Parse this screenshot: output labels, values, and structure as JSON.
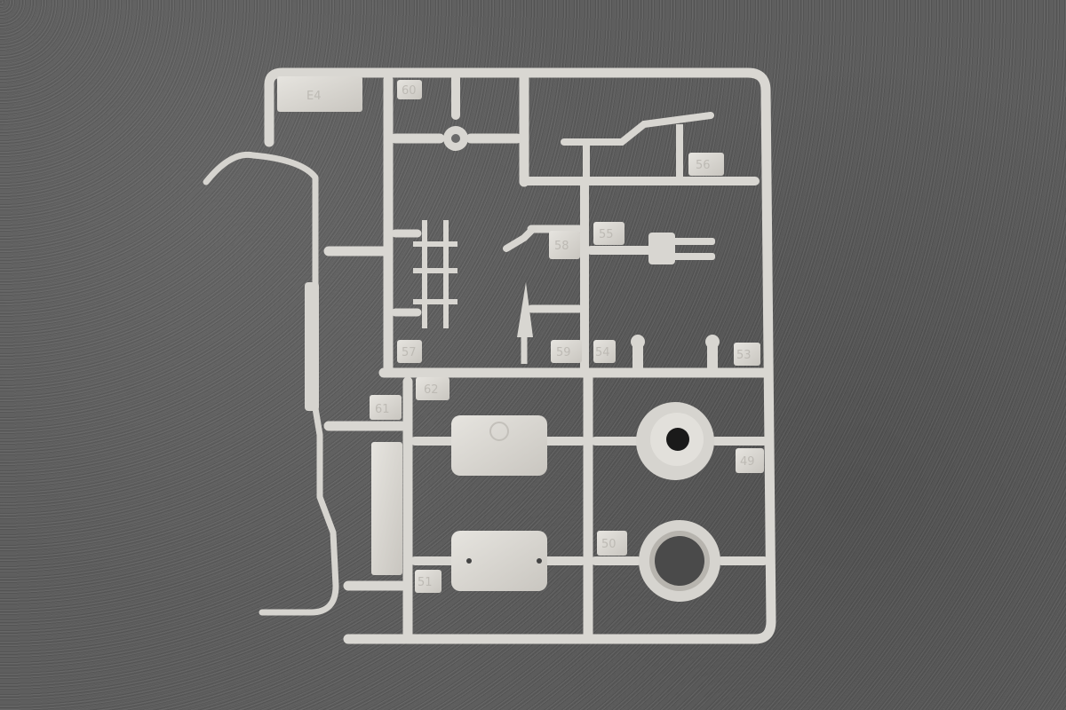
{
  "scene": {
    "description": "Plastic model kit sprue (light grey) photographed on dark grey felt background",
    "background_color": "#5e5e5e",
    "plastic_color": "#dcdad5"
  },
  "sprue": {
    "tag_label": "E4",
    "part_numbers": [
      "60",
      "56",
      "55",
      "58",
      "59",
      "57",
      "54",
      "53",
      "62",
      "61",
      "51",
      "49",
      "50"
    ],
    "parts": [
      {
        "id": "60",
        "name": "cross-fitting"
      },
      {
        "id": "56",
        "name": "bent rod"
      },
      {
        "id": "58",
        "name": "lever"
      },
      {
        "id": "55",
        "name": "clamp bracket"
      },
      {
        "id": "57",
        "name": "ladder step"
      },
      {
        "id": "59",
        "name": "spike"
      },
      {
        "id": "54",
        "name": "small knob"
      },
      {
        "id": "53",
        "name": "small knob"
      },
      {
        "id": "62",
        "name": "tank with cap"
      },
      {
        "id": "61",
        "name": "side plate"
      },
      {
        "id": "51",
        "name": "tank"
      },
      {
        "id": "49",
        "name": "wheel hub"
      },
      {
        "id": "50",
        "name": "wheel ring"
      },
      {
        "id": "exhaust",
        "name": "exhaust pipe"
      }
    ]
  }
}
